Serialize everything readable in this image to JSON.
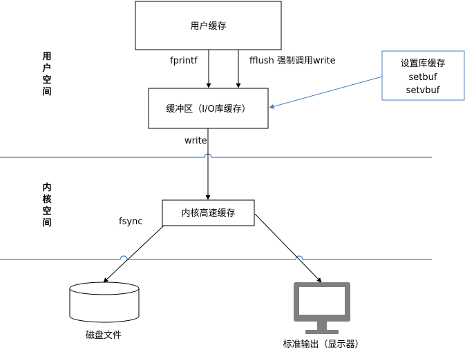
{
  "user_space_label": "用户空间",
  "kernel_space_label": "内核空间",
  "nodes": {
    "user_buffer": "用户缓存",
    "io_buffer": "缓冲区（I/O库缓存）",
    "kernel_cache": "内核高速缓存",
    "disk_file": "磁盘文件",
    "stdout": "标准输出（显示器）"
  },
  "library_note": {
    "line1": "设置库缓存",
    "line2": "setbuf",
    "line3": "setvbuf"
  },
  "edge_labels": {
    "fprintf": "fprintf",
    "fflush": "fflush 强制调用write",
    "write": "write",
    "fsync": "fsync"
  },
  "colors": {
    "boundary_line": "#4a7ebb",
    "arrow": "#000000",
    "note_arrow": "#4a7ebb",
    "monitor": "#7f7f7f"
  },
  "icons": {
    "disk": "disk-cylinder-icon",
    "monitor": "monitor-icon"
  }
}
